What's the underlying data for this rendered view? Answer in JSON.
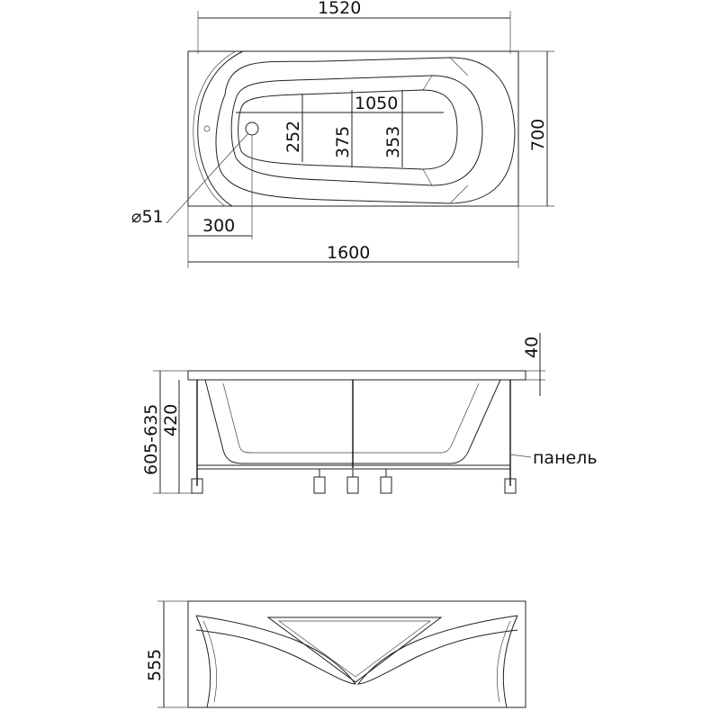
{
  "top_view": {
    "dim_inner_length": "1520",
    "dim_outer_length": "1600",
    "dim_width": "700",
    "dim_bottom_length": "1050",
    "dim_252": "252",
    "dim_375": "375",
    "dim_353": "353",
    "dim_drain_diameter": "⌀51",
    "dim_drain_offset": "300"
  },
  "side_view": {
    "dim_rim": "40",
    "dim_height_range": "605-635",
    "dim_height": "420",
    "panel_label": "панель"
  },
  "panel_view": {
    "dim_panel_height": "555"
  }
}
